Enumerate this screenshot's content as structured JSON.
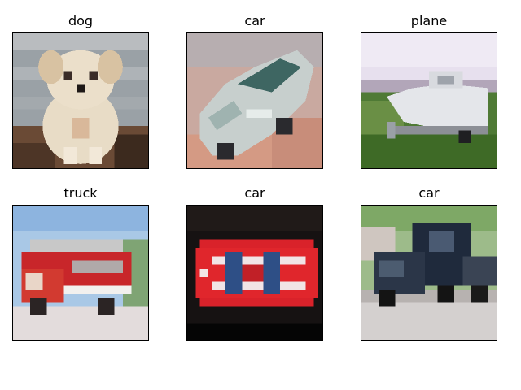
{
  "figure": {
    "panels": [
      {
        "label": "dog",
        "subject": "puppy-photo"
      },
      {
        "label": "car",
        "subject": "silver-suv-photo"
      },
      {
        "label": "plane",
        "subject": "white-boat-on-trailer-photo"
      },
      {
        "label": "truck",
        "subject": "red-fire-truck-photo"
      },
      {
        "label": "car",
        "subject": "red-sports-car-topview-photo"
      },
      {
        "label": "car",
        "subject": "dark-semi-truck-photo"
      }
    ]
  }
}
